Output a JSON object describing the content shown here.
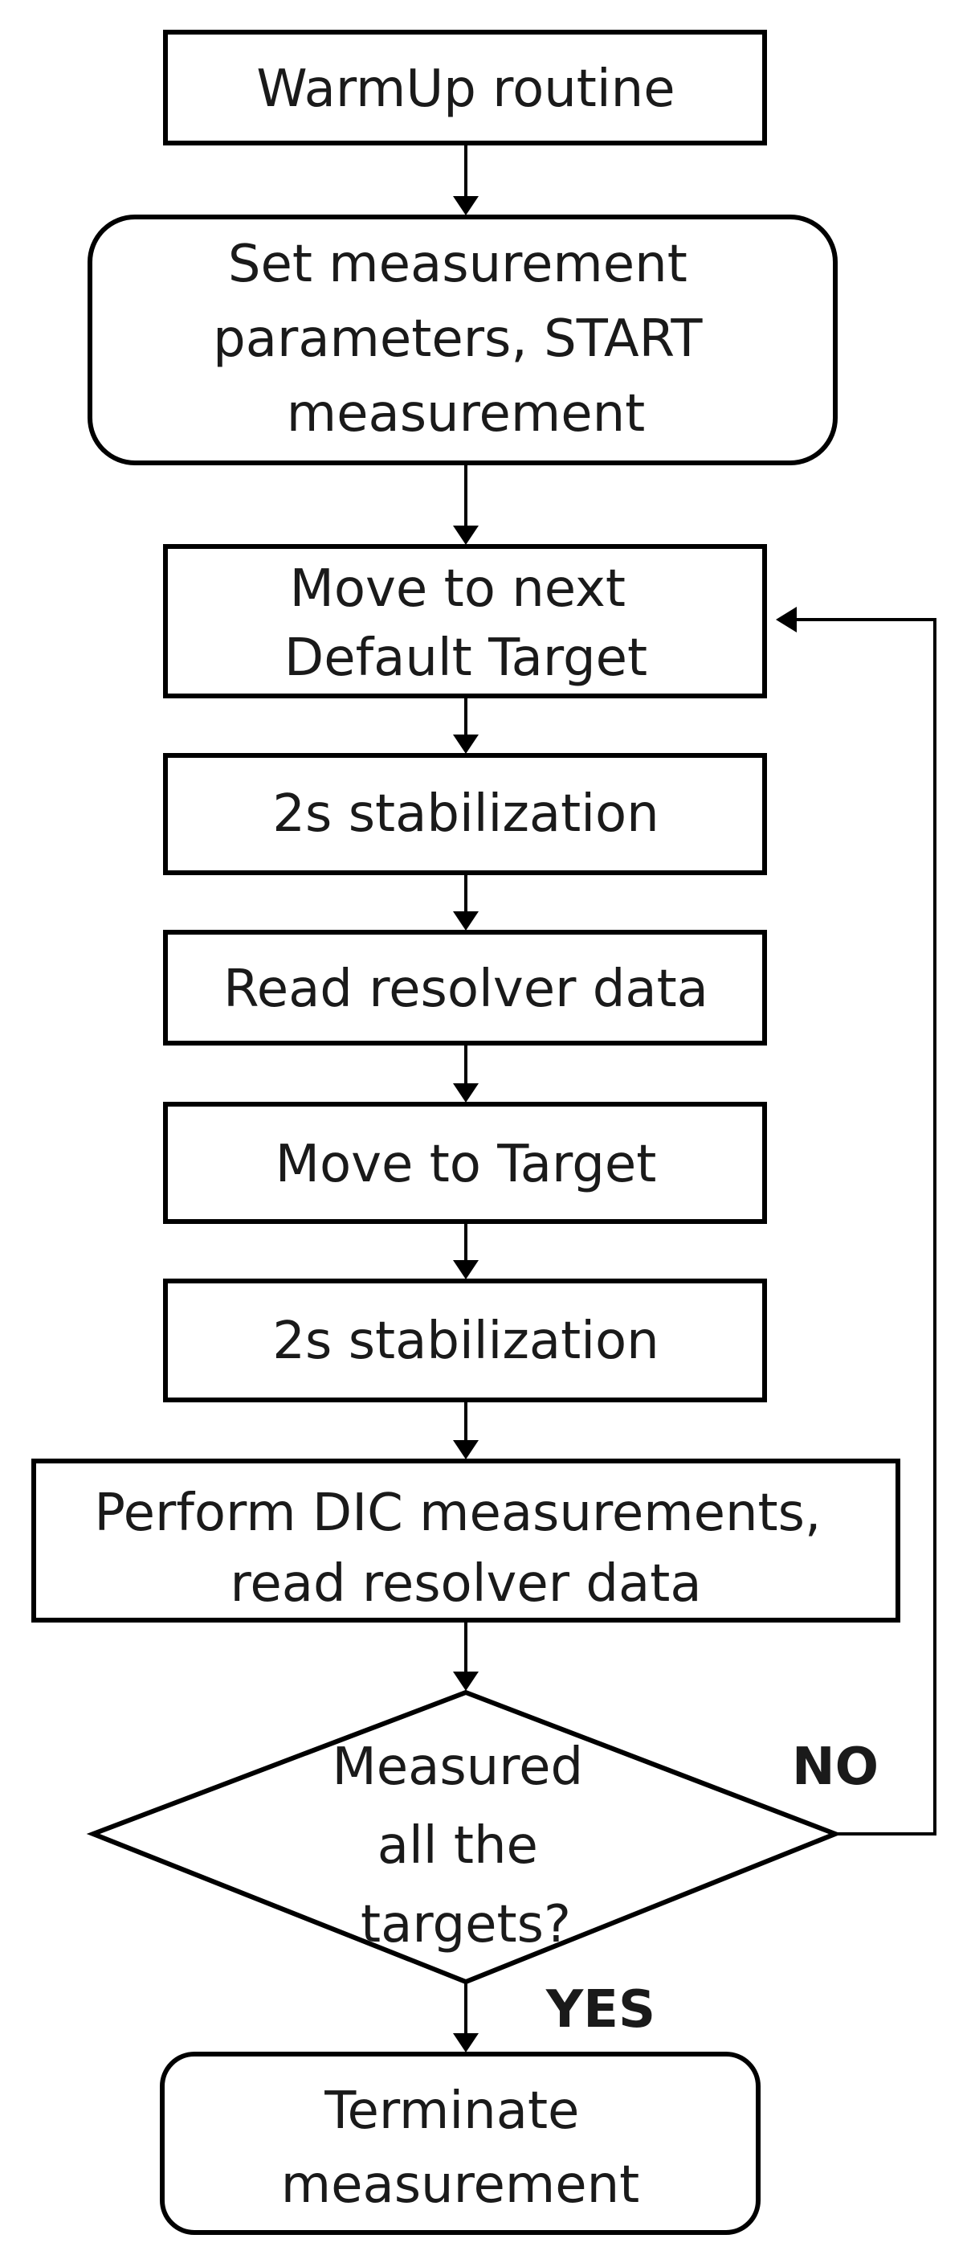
{
  "nodes": {
    "warmup": {
      "lines": [
        "WarmUp routine"
      ]
    },
    "set_params": {
      "lines": [
        "Set measurement",
        "parameters, START",
        "measurement"
      ]
    },
    "move_default": {
      "lines": [
        "Move to next",
        "Default Target"
      ]
    },
    "stabilize_1": {
      "lines": [
        "2s stabilization"
      ]
    },
    "read_resolver": {
      "lines": [
        "Read resolver data"
      ]
    },
    "move_target": {
      "lines": [
        "Move to Target"
      ]
    },
    "stabilize_2": {
      "lines": [
        "2s stabilization"
      ]
    },
    "perform_dic": {
      "lines": [
        "Perform DIC measurements,",
        "read resolver data"
      ]
    },
    "decision": {
      "lines": [
        "Measured",
        "all the",
        "targets?"
      ]
    },
    "terminate": {
      "lines": [
        "Terminate",
        "measurement"
      ]
    }
  },
  "labels": {
    "no": "NO",
    "yes": "YES"
  }
}
